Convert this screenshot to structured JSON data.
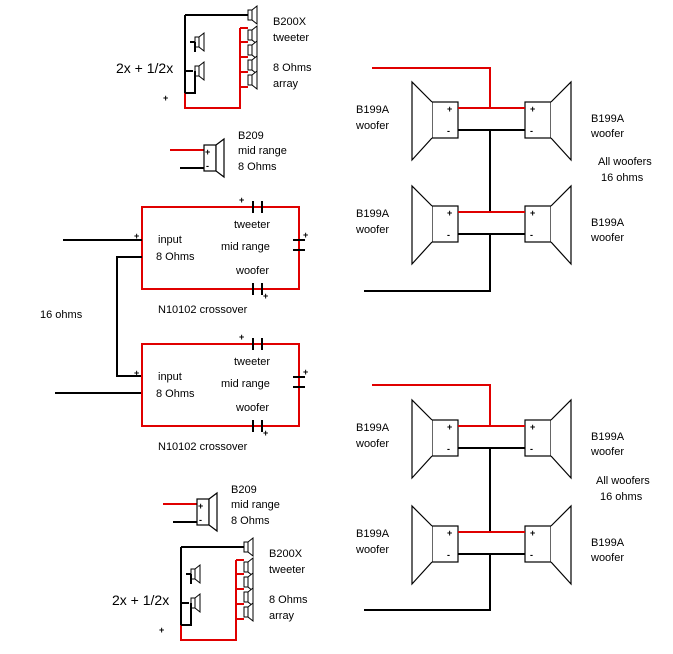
{
  "tweeter_array": {
    "model": "B200X",
    "kind": "tweeter",
    "ratio": "2x + 1/2x",
    "impedance": "8 Ohms",
    "sub": "array"
  },
  "midrange": {
    "model": "B209",
    "kind": "mid range",
    "impedance": "8 Ohms"
  },
  "crossover": {
    "name": "N10102 crossover",
    "input": "input",
    "impedance": "8 Ohms",
    "tweeter": "tweeter",
    "mid": "mid range",
    "woofer": "woofer"
  },
  "series_label": "16 ohms",
  "woofer": {
    "model": "B199A",
    "kind": "woofer"
  },
  "woofer_note": {
    "line1": "All woofers",
    "line2": "16 ohms"
  },
  "polarity": {
    "plus": "+",
    "minus": "-"
  },
  "colors": {
    "positive_wire": "#e00000",
    "negative_wire": "#000000"
  }
}
